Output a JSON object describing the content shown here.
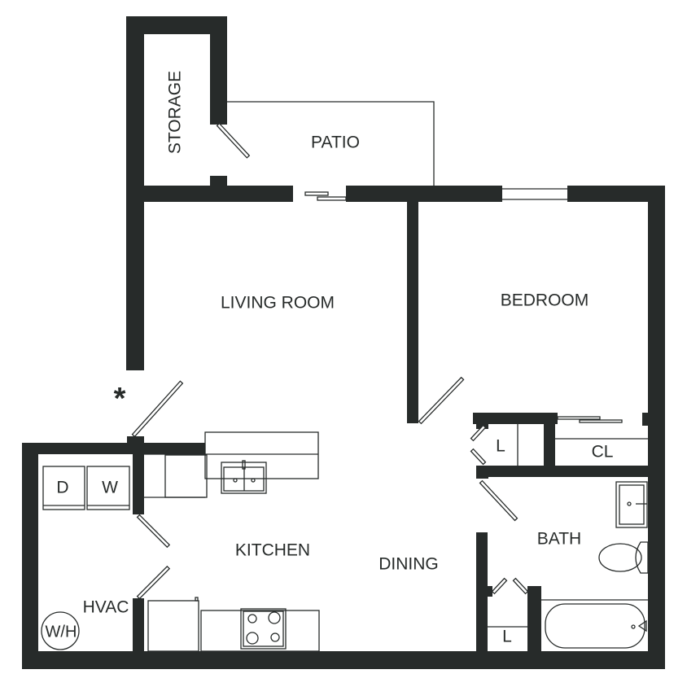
{
  "rooms": {
    "storage": "STORAGE",
    "patio": "PATIO",
    "living_room": "LIVING ROOM",
    "bedroom": "BEDROOM",
    "linen_upper": "L",
    "closet": "CL",
    "bath": "BATH",
    "kitchen": "KITCHEN",
    "dining": "DINING",
    "hvac": "HVAC",
    "linen_lower": "L"
  },
  "fixtures": {
    "dryer": "D",
    "washer": "W",
    "water_heater": "W/H"
  },
  "marker": "*",
  "colors": {
    "wall": "#272b2a"
  }
}
